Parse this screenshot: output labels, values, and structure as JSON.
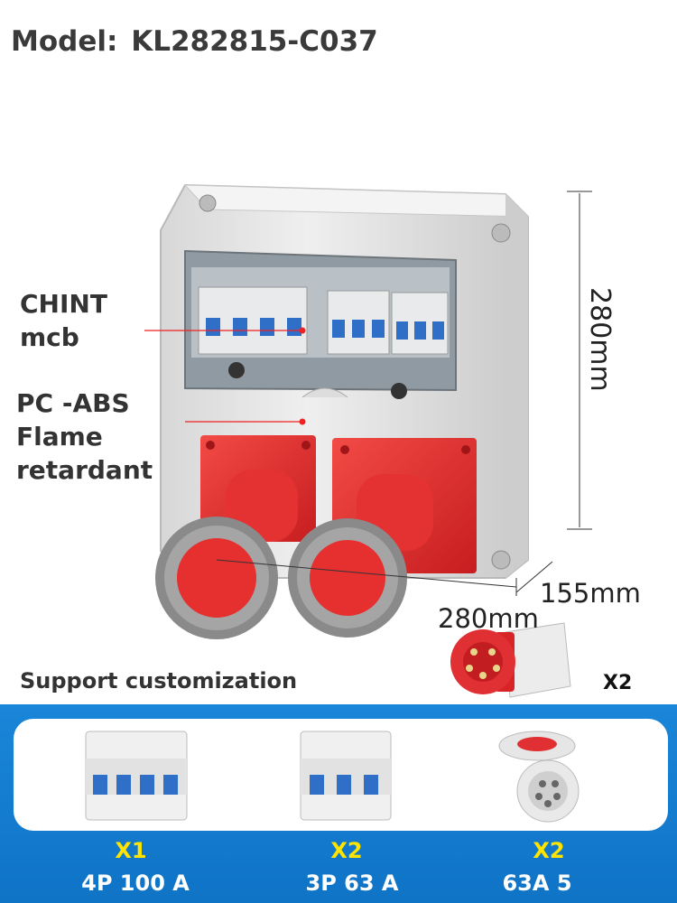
{
  "model": {
    "label": "Model:",
    "value": "KL282815-C037"
  },
  "callouts": {
    "mcb_line1": "CHINT",
    "mcb_line2": "mcb",
    "material_line1": "PC -ABS",
    "material_line2": "Flame",
    "material_line3": "retardant"
  },
  "dimensions": {
    "height": "280mm",
    "depth": "155mm",
    "width": "280mm"
  },
  "plug_qty": "X2",
  "support_text": "Support customization",
  "components": [
    {
      "qty": "X1",
      "spec": "4P 100 A"
    },
    {
      "qty": "X2",
      "spec": "3P 63 A"
    },
    {
      "qty": "X2",
      "spec": "63A  5"
    }
  ],
  "colors": {
    "band": "#1a86d8",
    "qty_yellow": "#ffe400",
    "socket_red": "#e8262a",
    "housing_grey": "#e6e6e6"
  }
}
